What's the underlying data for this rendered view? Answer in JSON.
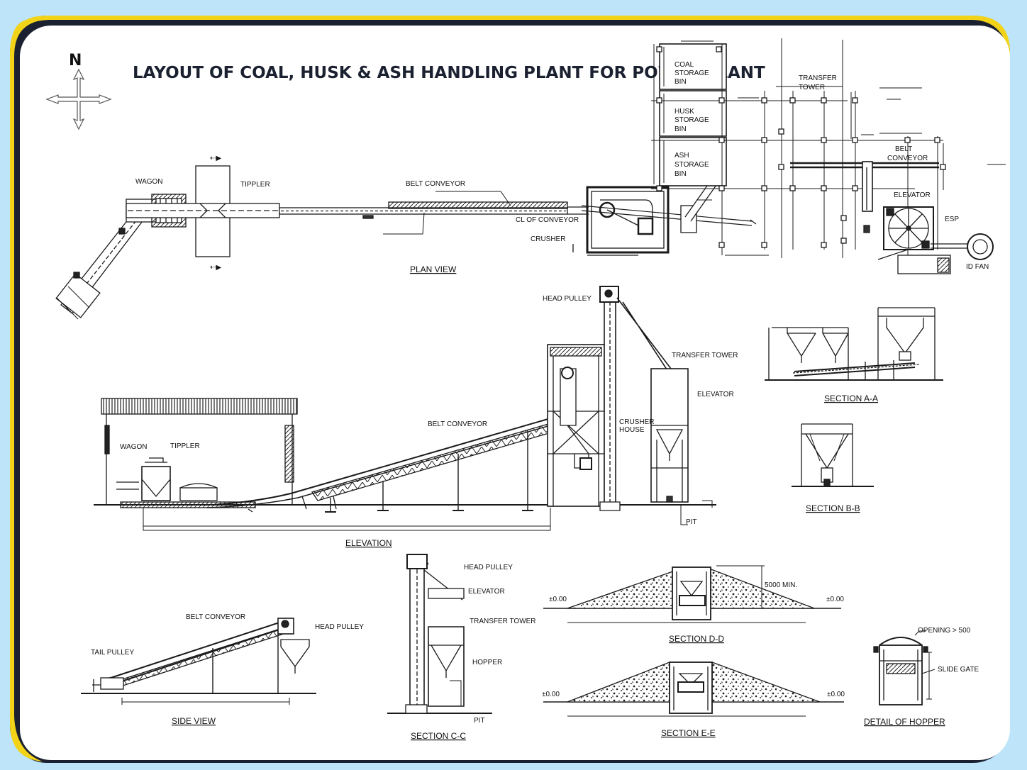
{
  "title": "LAYOUT OF COAL, HUSK & ASH HANDLING PLANT FOR POWER PLANT",
  "north": "N",
  "colors": {
    "background": "#bde4f8",
    "frame_outer": "#1b2130",
    "frame_accent": "#f2d318",
    "sheet": "#ffffff",
    "ink": "#111111"
  },
  "plan": {
    "view_title": "PLAN  VIEW",
    "wagon": "WAGON",
    "tippler": "TIPPLER",
    "belt_conveyor": "BELT CONVEYOR",
    "cl_conveyor": "CL OF CONVEYOR",
    "crusher": "CRUSHER",
    "coal_bin": [
      "COAL",
      "STORAGE",
      "BIN"
    ],
    "husk_bin": [
      "HUSK",
      "STORAGE",
      "BIN"
    ],
    "ash_bin": [
      "ASH",
      "STORAGE",
      "BIN"
    ],
    "transfer_tower": [
      "TRANSFER",
      "TOWER"
    ],
    "belt_conveyor_2": [
      "BELT",
      "CONVEYOR"
    ],
    "elevator": "ELEVATOR",
    "esp": "ESP",
    "id_fan": "ID FAN"
  },
  "elevation": {
    "view_title": "ELEVATION",
    "head_pulley": "HEAD PULLEY",
    "transfer_tower": "TRANSFER TOWER",
    "elevator": "ELEVATOR",
    "crusher_house": [
      "CRUSHER",
      "HOUSE"
    ],
    "belt_conveyor": "BELT CONVEYOR",
    "wagon": "WAGON",
    "tippler": "TIPPLER",
    "pit": "PIT"
  },
  "section_aa": {
    "title": "SECTION  A-A"
  },
  "section_bb": {
    "title": "SECTION  B-B"
  },
  "side_view": {
    "title": "SIDE  VIEW",
    "belt_conveyor": "BELT CONVEYOR",
    "head_pulley": "HEAD PULLEY",
    "tail_pulley": "TAIL PULLEY"
  },
  "section_cc": {
    "title": "SECTION  C-C",
    "head_pulley": "HEAD PULLEY",
    "elevator": "ELEVATOR",
    "transfer_tower": "TRANSFER TOWER",
    "hopper": "HOPPER",
    "pit": "PIT"
  },
  "section_dd": {
    "title": "SECTION  D-D",
    "height": "5000 MIN.",
    "level_left": "±0.00",
    "level_right": "±0.00"
  },
  "section_ee": {
    "title": "SECTION  E-E",
    "level_left": "±0.00",
    "level_right": "±0.00"
  },
  "hopper_detail": {
    "title": "DETAIL  OF  HOPPER",
    "opening": "OPENING > 500",
    "slide_gate": "SLIDE GATE"
  }
}
